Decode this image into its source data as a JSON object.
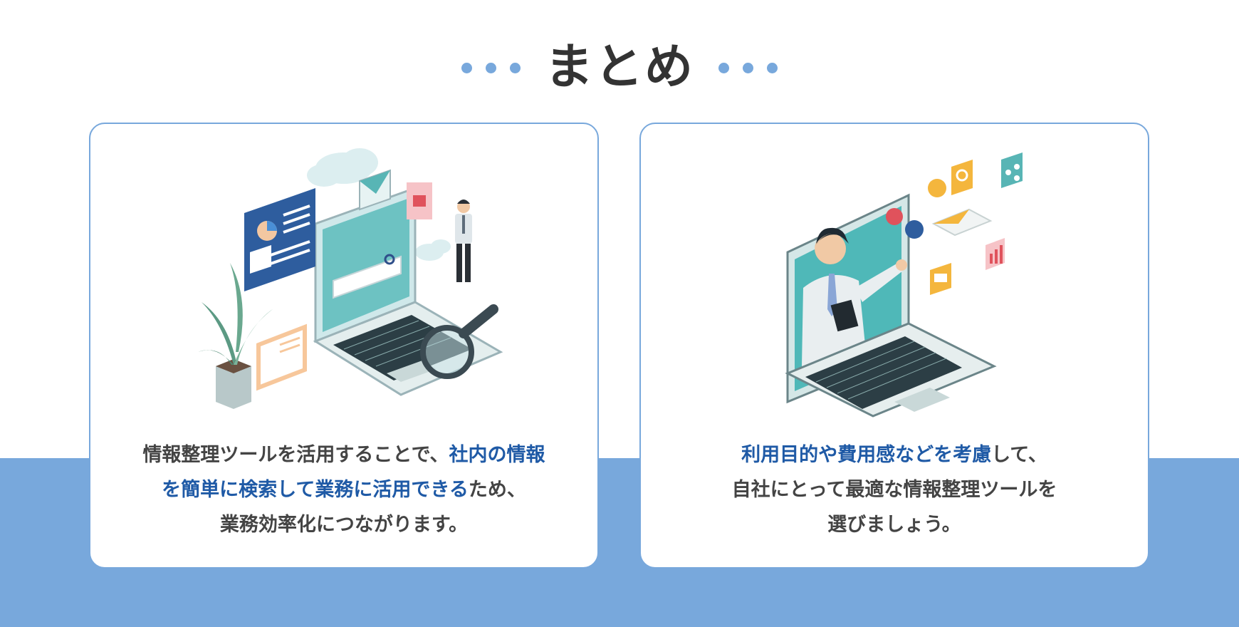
{
  "title": "まとめ",
  "cards": [
    {
      "lines": [
        [
          {
            "t": "情報整理ツールを活用することで、",
            "hl": false
          },
          {
            "t": "社内の情報",
            "hl": true
          }
        ],
        [
          {
            "t": "を簡単に検索して業務に活用できる",
            "hl": true
          },
          {
            "t": "ため、",
            "hl": false
          }
        ],
        [
          {
            "t": "業務効率化につながります。",
            "hl": false
          }
        ]
      ]
    },
    {
      "lines": [
        [
          {
            "t": "利用目的や費用感などを考慮",
            "hl": true
          },
          {
            "t": "して、",
            "hl": false
          }
        ],
        [
          {
            "t": "自社にとって最適な情報整理ツールを",
            "hl": false
          }
        ],
        [
          {
            "t": "選びましょう。",
            "hl": false
          }
        ]
      ]
    }
  ],
  "colors": {
    "accent": "#78a8dc",
    "highlight": "#1f5aa6",
    "text": "#444444",
    "title": "#333333"
  }
}
